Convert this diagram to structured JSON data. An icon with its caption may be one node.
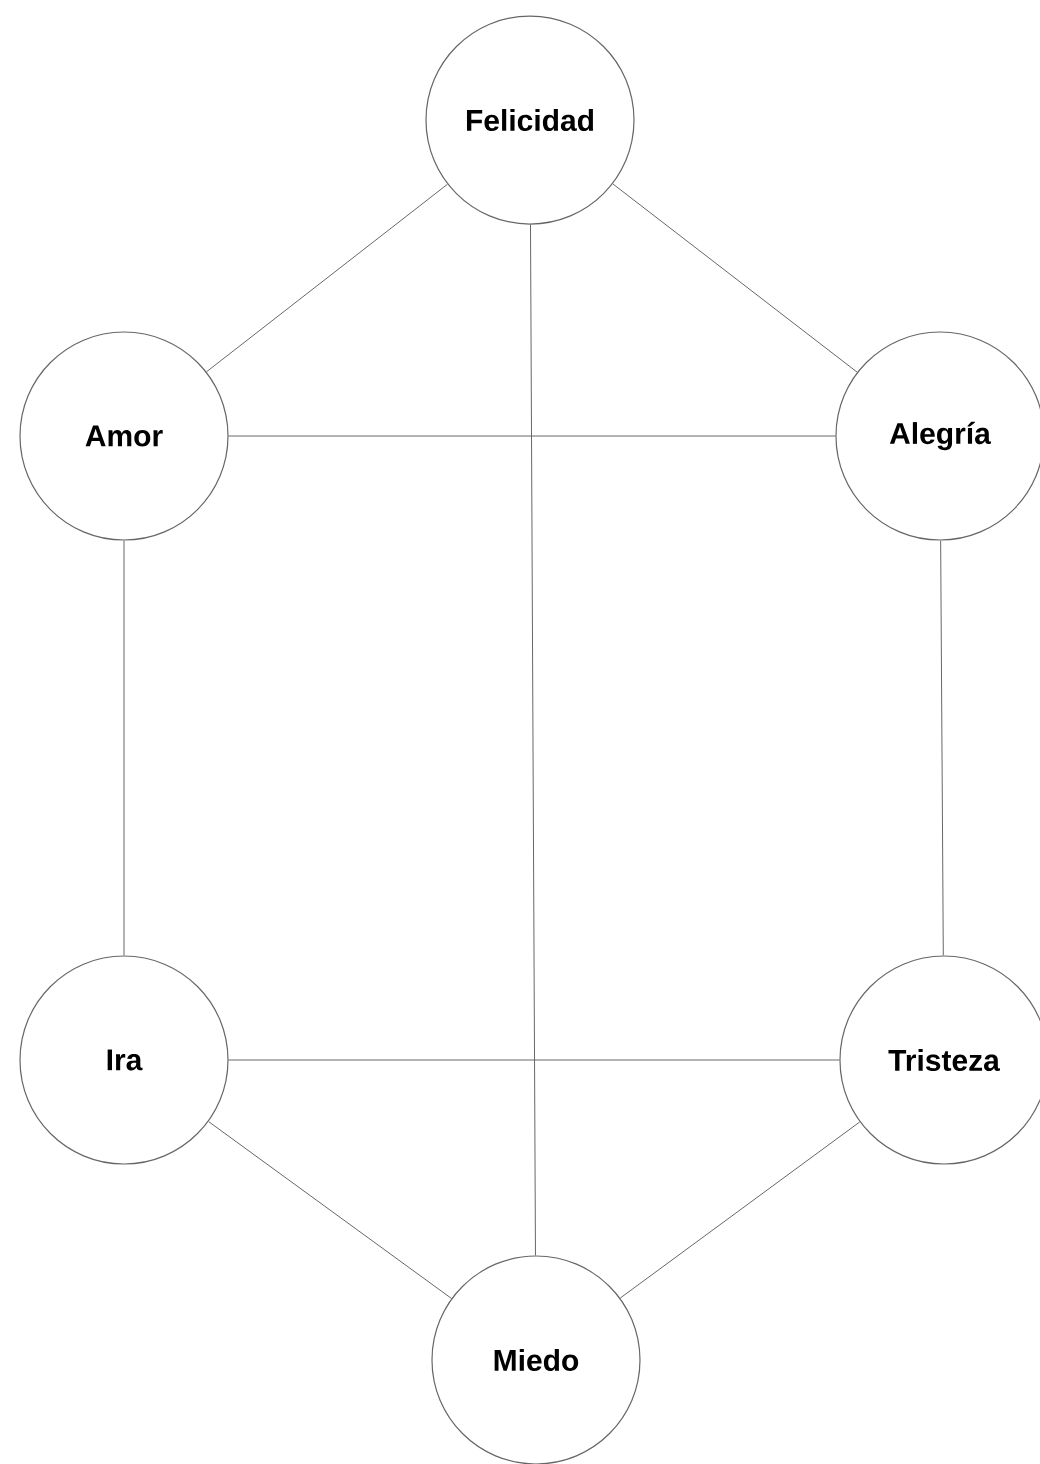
{
  "diagram": {
    "nodes": [
      {
        "text": [
          "Felicidad"
        ]
      },
      {
        "text": [
          "Amor"
        ]
      },
      {
        "text": [
          "Alegría"
        ]
      },
      {
        "text": [
          "Ira"
        ]
      },
      {
        "text": [
          "Tristeza"
        ]
      },
      {
        "text": [
          "Miedo"
        ]
      }
    ],
    "edges": [
      {
        "from": 0,
        "to": 1,
        "arrow": "none"
      },
      {
        "from": 0,
        "to": 2,
        "arrow": "none"
      },
      {
        "from": 0,
        "to": 5,
        "arrow": "none"
      },
      {
        "from": 1,
        "to": 2,
        "arrow": "none"
      },
      {
        "from": 1,
        "to": 3,
        "arrow": "none"
      },
      {
        "from": 2,
        "to": 4,
        "arrow": "none"
      },
      {
        "from": 3,
        "to": 4,
        "arrow": "none"
      },
      {
        "from": 3,
        "to": 5,
        "arrow": "none"
      },
      {
        "from": 4,
        "to": 5,
        "arrow": "none"
      }
    ]
  }
}
